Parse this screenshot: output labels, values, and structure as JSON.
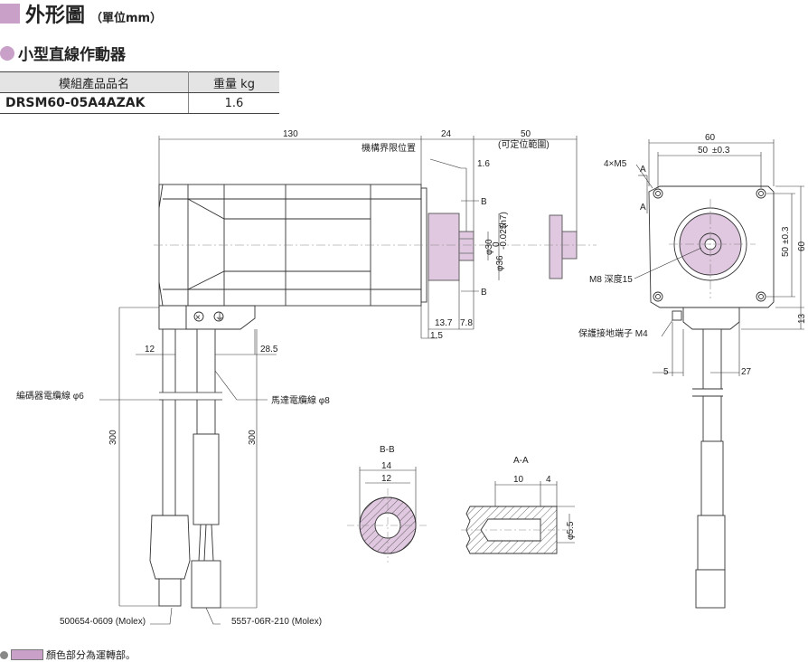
{
  "header": {
    "title": "外形圖",
    "unit": "（單位mm）"
  },
  "section": {
    "title": "小型直線作動器"
  },
  "table": {
    "columns": [
      "模組產品品名",
      "重量 kg"
    ],
    "rows": [
      [
        "DRSM60-05A4AZAK",
        "1.6"
      ]
    ]
  },
  "colors": {
    "accent": "#c8a0c8",
    "moving_part": "#e0c8e0"
  },
  "dims": {
    "d130": "130",
    "d24": "24",
    "d50": "50",
    "stroke_note": "(可定位範圍)",
    "limit_pos": "機構界限位置",
    "d1_6": "1.6",
    "b_mark": "B",
    "phi30": "φ30",
    "phi36": "φ36",
    "tol36a": "0",
    "tol36b": "-0.025",
    "h7": "(h7)",
    "d13_7": "13.7",
    "d7_8": "7.8",
    "d1_5": "1.5",
    "d12": "12",
    "d28_5": "28.5",
    "d300": "300",
    "encoder_cable": "編碼器電纜線 φ6",
    "motor_cable": "馬達電纜線 φ8",
    "conn1": "500654-0609 (Molex)",
    "conn2": "5557-06R-210 (Molex)",
    "d60": "60",
    "d50s": "50",
    "tol03": "±0.3",
    "a_mark": "A",
    "screw": "4×M5",
    "tap": "M8  深度15",
    "ground": "保護接地端子 M4",
    "d5": "5",
    "d27": "27",
    "d13": "13",
    "bb": "B-B",
    "aa": "A-A",
    "d14": "14",
    "d10": "10",
    "d4": "4",
    "phi5_5": "φ5.5"
  },
  "footnote": "顏色部分為運轉部。"
}
